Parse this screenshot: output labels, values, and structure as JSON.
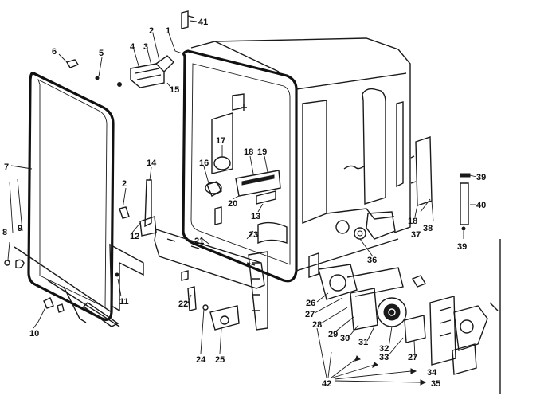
{
  "colors": {
    "ink": "#1a1a1a",
    "paper": "#ffffff"
  },
  "labels": {
    "l1": "1",
    "l2a": "2",
    "l2b": "2",
    "l3": "3",
    "l4": "4",
    "l5": "5",
    "l6": "6",
    "l7": "7",
    "l8": "8",
    "l9": "9",
    "l10": "10",
    "l11": "11",
    "l12": "12",
    "l13": "13",
    "l14": "14",
    "l15": "15",
    "l16": "16",
    "l17": "17",
    "l18a": "18",
    "l18b": "18",
    "l19": "19",
    "l20": "20",
    "l21": "21",
    "l22": "22",
    "l23": "23",
    "l24": "24",
    "l25": "25",
    "l26": "26",
    "l27a": "27",
    "l27b": "27",
    "l28": "28",
    "l29": "29",
    "l30": "30",
    "l31": "31",
    "l32": "32",
    "l33": "33",
    "l34": "34",
    "l35": "35",
    "l36": "36",
    "l37": "37",
    "l38": "38",
    "l39a": "39",
    "l39b": "39",
    "l40": "40",
    "l41": "41",
    "l42": "42"
  }
}
